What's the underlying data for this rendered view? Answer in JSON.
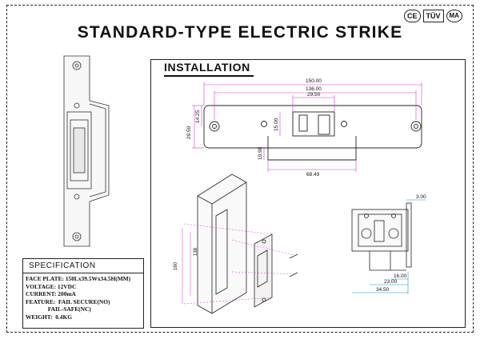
{
  "header": {
    "title": "STANDARD-TYPE ELECTRIC STRIKE",
    "certifications": [
      "CE",
      "TÜV",
      "MA"
    ]
  },
  "installation": {
    "heading": "INSTALLATION",
    "front_dims": {
      "overall_width": "150.00",
      "hole_spacing": "136.00",
      "center_width": "29.50",
      "plate_height": "29.50",
      "top_offset": "14.25",
      "keeper_height": "15.00",
      "lower_height": "10.98",
      "body_width": "68.49"
    },
    "mount_dims": {
      "overall": "160",
      "cutout": "138"
    },
    "side_dims": {
      "top": "3.00",
      "a": "16.00",
      "b": "23.00",
      "c": "34.50"
    }
  },
  "specification": {
    "heading": "SPECIFICATION",
    "rows": [
      "FACE PLATE: 150Lx39.5Wx34.5H(MM)",
      "VOLTAGE: 12VDC",
      "CURRENT: 200mA",
      "FEATURE:  FAIL SECURE(NO)",
      "               FAIL-SAFE(NC)",
      "WEIGHT:  0.4KG"
    ]
  },
  "colors": {
    "ink": "#111111",
    "dimension_magenta": "#d13ad6",
    "dimension_cyan": "#1b8fd0"
  }
}
